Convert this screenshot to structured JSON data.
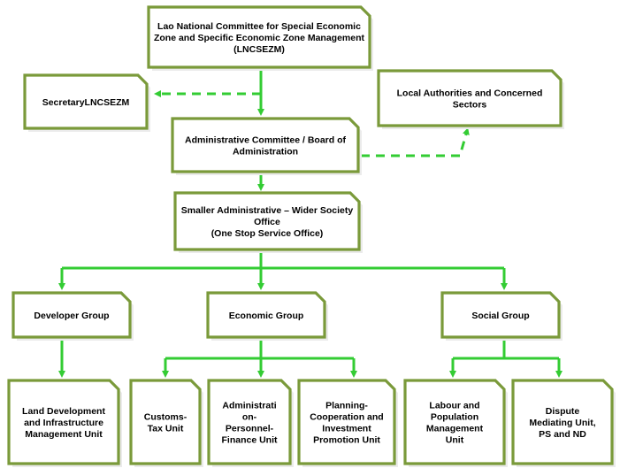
{
  "colors": {
    "box_border": "#7a9a3a",
    "box_shadow": "#ebebeb",
    "connector_solid": "#33cc33",
    "connector_dashed": "#33cc33",
    "box_fill": "#ffffff",
    "text": "#000000"
  },
  "nodes": {
    "lncsezm": {
      "lines": [
        "Lao National Committee for Special Economic",
        "Zone and Specific Economic Zone Management",
        "(LNCSEZM)"
      ]
    },
    "secretary": {
      "lines": [
        "SecretaryLNCSEZM"
      ]
    },
    "local_authorities": {
      "lines": [
        "Local Authorities and Concerned",
        "Sectors"
      ]
    },
    "admin_committee": {
      "lines": [
        "Administrative Committee / Board of",
        "Administration"
      ]
    },
    "osso": {
      "lines": [
        "Smaller Administrative – Wider Society",
        "Office",
        "(One Stop Service Office)"
      ]
    },
    "developer_group": {
      "lines": [
        "Developer Group"
      ]
    },
    "economic_group": {
      "lines": [
        "Economic Group"
      ]
    },
    "social_group": {
      "lines": [
        "Social Group"
      ]
    },
    "land_dev": {
      "lines": [
        "Land Development",
        "and Infrastructure",
        "Management Unit"
      ]
    },
    "customs": {
      "lines": [
        "Customs-",
        "Tax Unit"
      ]
    },
    "admin_personnel": {
      "lines": [
        "Administrati",
        "on-",
        "Personnel-",
        "Finance Unit"
      ]
    },
    "planning": {
      "lines": [
        "Planning-",
        "Cooperation and",
        "Investment",
        "Promotion Unit"
      ]
    },
    "labour": {
      "lines": [
        "Labour and",
        "Population",
        "Management",
        "Unit"
      ]
    },
    "dispute": {
      "lines": [
        "Dispute",
        "Mediating Unit,",
        "PS and ND"
      ]
    }
  }
}
